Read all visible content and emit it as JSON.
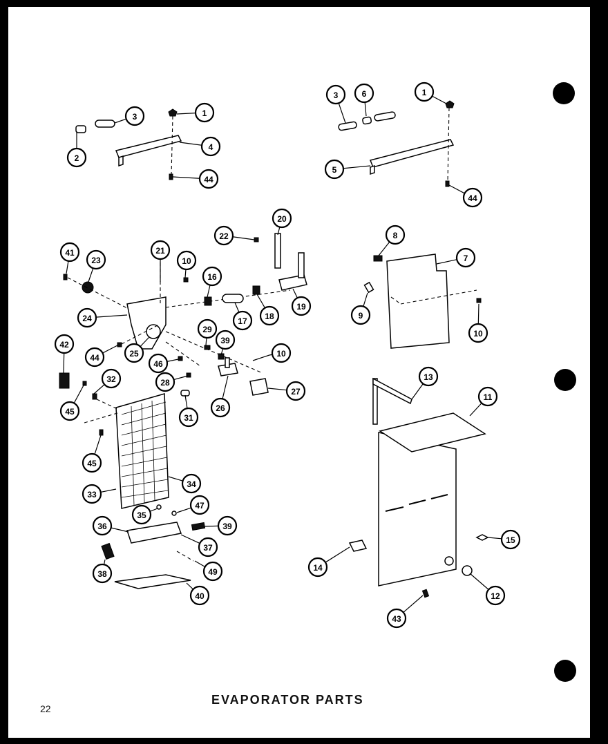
{
  "title": "EVAPORATOR PARTS",
  "page_number": "22",
  "callouts": [
    "1",
    "2",
    "3",
    "4",
    "44",
    "3",
    "6",
    "1",
    "5",
    "44",
    "41",
    "23",
    "21",
    "10",
    "22",
    "20",
    "24",
    "16",
    "17",
    "18",
    "19",
    "8",
    "7",
    "9",
    "10",
    "44",
    "25",
    "29",
    "39",
    "42",
    "45",
    "46",
    "28",
    "10",
    "32",
    "27",
    "31",
    "26",
    "45",
    "13",
    "11",
    "33",
    "34",
    "35",
    "47",
    "36",
    "39",
    "37",
    "38",
    "40",
    "49",
    "14",
    "15",
    "43",
    "12"
  ]
}
